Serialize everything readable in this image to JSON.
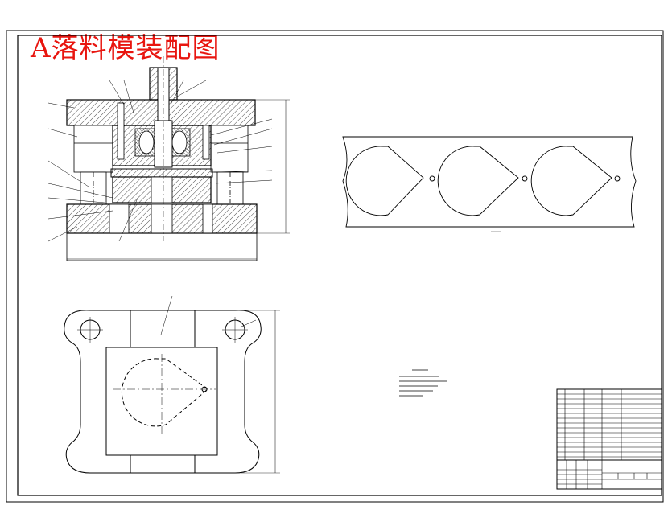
{
  "title": "A落料模装配图",
  "colors": {
    "title": "#e8150f",
    "line": "#000000",
    "paper": "#ffffff"
  },
  "views": {
    "section_view": "main-section",
    "strip_layout": "strip-layout",
    "plan_view": "lower-die-plan",
    "tech_notes": "technical-requirements",
    "title_block": "title-block"
  }
}
